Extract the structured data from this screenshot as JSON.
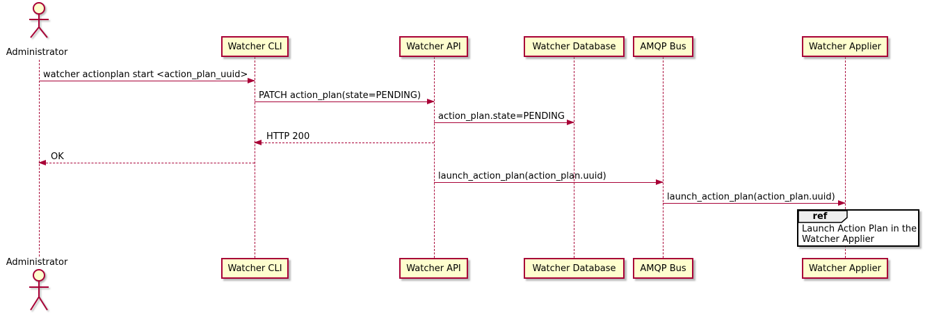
{
  "diagram_type": "plantuml-sequence",
  "colors": {
    "participant_fill": "#FEFECE",
    "participant_border": "#A80036",
    "line_color": "#A80036",
    "text_color": "#000000",
    "ref_header_fill": "#EEEEEE",
    "ref_border": "#000000",
    "background": "#FFFFFF"
  },
  "actors": [
    {
      "label": "Administrator"
    }
  ],
  "participants": [
    {
      "label": "Watcher CLI"
    },
    {
      "label": "Watcher API"
    },
    {
      "label": "Watcher Database"
    },
    {
      "label": "AMQP Bus"
    },
    {
      "label": "Watcher Applier"
    }
  ],
  "messages": [
    {
      "label": "watcher actionplan start <action_plan_uuid>",
      "from": "Administrator",
      "to": "Watcher CLI",
      "style": "solid"
    },
    {
      "label": "PATCH action_plan(state=PENDING)",
      "from": "Watcher CLI",
      "to": "Watcher API",
      "style": "solid"
    },
    {
      "label": "action_plan.state=PENDING",
      "from": "Watcher API",
      "to": "Watcher Database",
      "style": "solid"
    },
    {
      "label": "HTTP 200",
      "from": "Watcher API",
      "to": "Watcher CLI",
      "style": "dashed-reply"
    },
    {
      "label": "OK",
      "from": "Watcher CLI",
      "to": "Administrator",
      "style": "dashed-reply"
    },
    {
      "label": "launch_action_plan(action_plan.uuid)",
      "from": "Watcher API",
      "to": "AMQP Bus",
      "style": "solid"
    },
    {
      "label": "launch_action_plan(action_plan.uuid)",
      "from": "AMQP Bus",
      "to": "Watcher Applier",
      "style": "solid"
    }
  ],
  "ref": {
    "keyword": "ref",
    "line1": "Launch Action Plan in the",
    "line2": "Watcher Applier"
  }
}
